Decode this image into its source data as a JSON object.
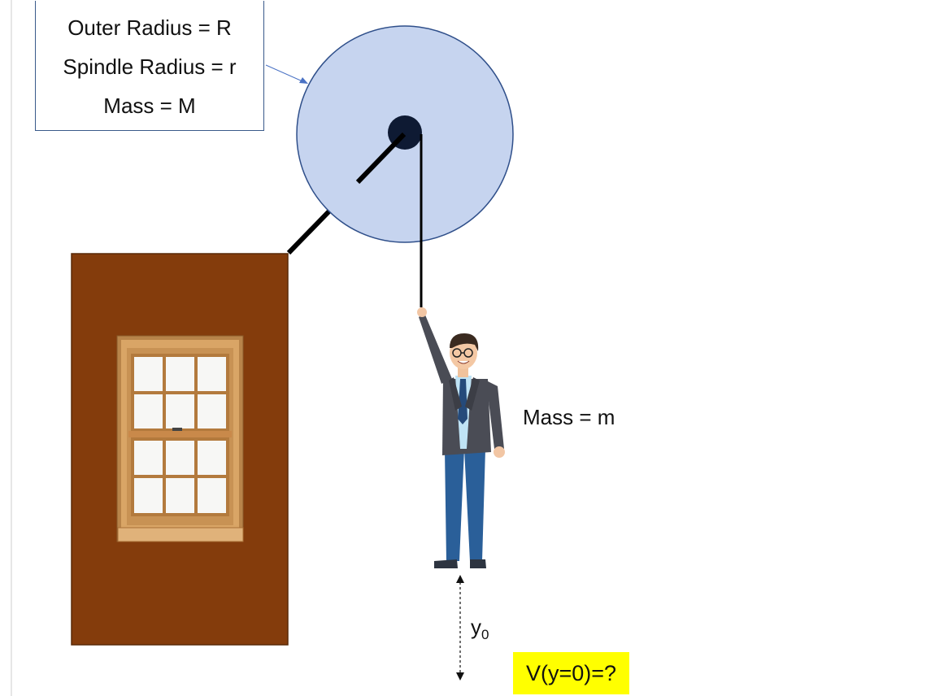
{
  "info_box": {
    "outer_radius": "Outer Radius = R",
    "spindle_radius": "Spindle Radius = r",
    "pulley_mass": "Mass = M"
  },
  "person_mass": "Mass = m",
  "height_label": {
    "base": "y",
    "subscript": "0"
  },
  "question": "V(y=0)=?",
  "colors": {
    "pulley_fill": "#c6d4ef",
    "pulley_stroke": "#2f4f8a",
    "spindle": "#0e1a33",
    "building": "#843c0c",
    "highlight": "#ffff00"
  }
}
